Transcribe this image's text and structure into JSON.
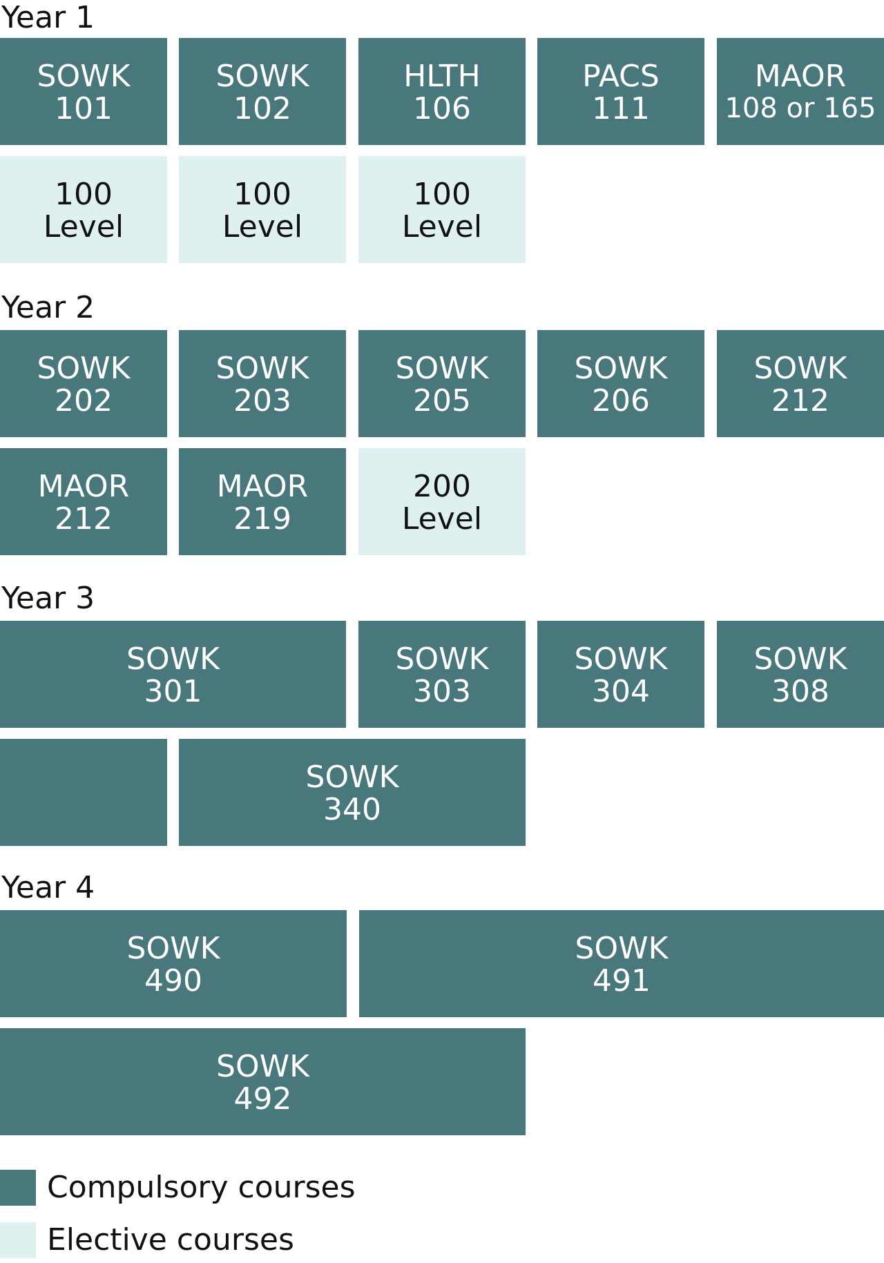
{
  "colors": {
    "compulsory": "#48777c",
    "elective": "#dff0f1"
  },
  "years": [
    {
      "label": "Year 1",
      "courses": [
        {
          "line1": "SOWK",
          "line2": "101",
          "kind": "compulsory"
        },
        {
          "line1": "SOWK",
          "line2": "102",
          "kind": "compulsory"
        },
        {
          "line1": "HLTH",
          "line2": "106",
          "kind": "compulsory"
        },
        {
          "line1": "PACS",
          "line2": "111",
          "kind": "compulsory"
        },
        {
          "line1": "MAOR",
          "line2": "108 or 165",
          "kind": "compulsory"
        },
        {
          "line1": "100",
          "line2": "Level",
          "kind": "elective"
        },
        {
          "line1": "100",
          "line2": "Level",
          "kind": "elective"
        },
        {
          "line1": "100",
          "line2": "Level",
          "kind": "elective"
        }
      ]
    },
    {
      "label": "Year 2",
      "courses": [
        {
          "line1": "SOWK",
          "line2": "202",
          "kind": "compulsory"
        },
        {
          "line1": "SOWK",
          "line2": "203",
          "kind": "compulsory"
        },
        {
          "line1": "SOWK",
          "line2": "205",
          "kind": "compulsory"
        },
        {
          "line1": "SOWK",
          "line2": "206",
          "kind": "compulsory"
        },
        {
          "line1": "SOWK",
          "line2": "212",
          "kind": "compulsory"
        },
        {
          "line1": "MAOR",
          "line2": "212",
          "kind": "compulsory"
        },
        {
          "line1": "MAOR",
          "line2": "219",
          "kind": "compulsory"
        },
        {
          "line1": "200",
          "line2": "Level",
          "kind": "elective"
        }
      ]
    },
    {
      "label": "Year 3",
      "courses": [
        {
          "line1": "SOWK",
          "line2": "301",
          "kind": "compulsory"
        },
        {
          "line1": "SOWK",
          "line2": "303",
          "kind": "compulsory"
        },
        {
          "line1": "SOWK",
          "line2": "304",
          "kind": "compulsory"
        },
        {
          "line1": "SOWK",
          "line2": "308",
          "kind": "compulsory"
        },
        {
          "line1": "",
          "line2": "",
          "kind": "compulsory"
        },
        {
          "line1": "SOWK",
          "line2": "340",
          "kind": "compulsory"
        }
      ]
    },
    {
      "label": "Year 4",
      "courses": [
        {
          "line1": "SOWK",
          "line2": "490",
          "kind": "compulsory"
        },
        {
          "line1": "SOWK",
          "line2": "491",
          "kind": "compulsory"
        },
        {
          "line1": "SOWK",
          "line2": "492",
          "kind": "compulsory"
        }
      ]
    }
  ],
  "legend": [
    {
      "label": "Compulsory courses",
      "kind": "compulsory"
    },
    {
      "label": "Elective courses",
      "kind": "elective"
    }
  ]
}
